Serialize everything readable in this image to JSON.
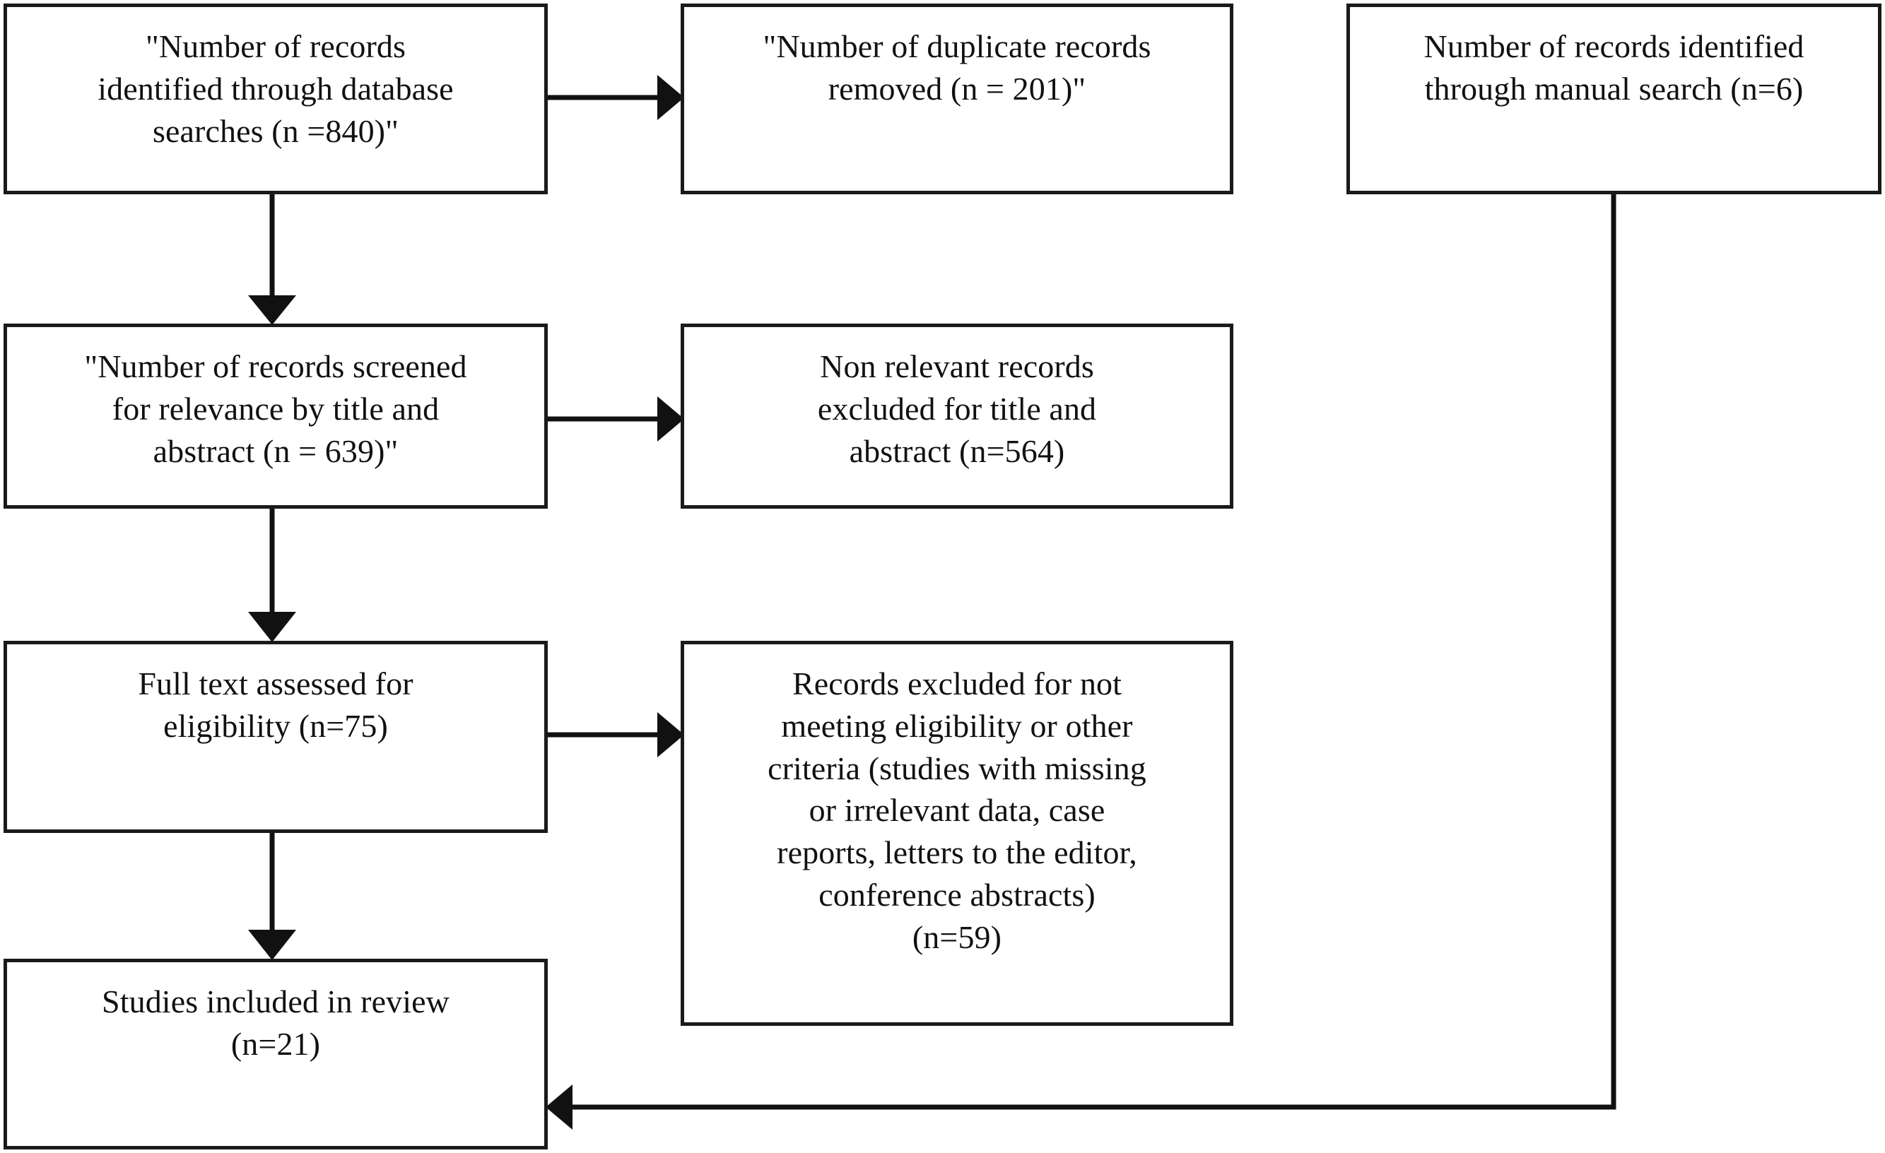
{
  "diagram": {
    "type": "prisma-flow-diagram",
    "title": "",
    "boxes": [
      {
        "id": "db-search",
        "name": "records-identified-database",
        "text": "\"Number of records\nidentified through database\nsearches (n =840)\"",
        "count_label": "n =840",
        "count": 840
      },
      {
        "id": "duplicates",
        "name": "duplicate-records-removed",
        "text": "\"Number of duplicate records\nremoved (n = 201)\"",
        "count_label": "n = 201",
        "count": 201
      },
      {
        "id": "manual-search",
        "name": "records-identified-manual",
        "text": "Number of records identified\nthrough manual search (n=6)",
        "count_label": "n=6",
        "count": 6
      },
      {
        "id": "screened",
        "name": "records-screened",
        "text": "\"Number of records screened\nfor relevance by title and\nabstract (n = 639)\"",
        "count_label": "n = 639",
        "count": 639
      },
      {
        "id": "nonrelevant",
        "name": "nonrelevant-records-excluded",
        "text": "Non relevant records\nexcluded for title and\nabstract (n=564)",
        "count_label": "n=564",
        "count": 564
      },
      {
        "id": "fulltext",
        "name": "fulltext-assessed",
        "text": "Full text assessed for\neligibility (n=75)",
        "count_label": "n=75",
        "count": 75
      },
      {
        "id": "excluded",
        "name": "records-excluded-eligibility",
        "text": "Records excluded for not\nmeeting eligibility or other\ncriteria (studies with missing\nor irrelevant data, case\nreports, letters to the editor,\nconference abstracts)\n(n=59)",
        "count_label": "n=59",
        "count": 59
      },
      {
        "id": "included",
        "name": "studies-included",
        "text": "Studies included in review\n(n=21)",
        "count_label": "n=21",
        "count": 21
      }
    ],
    "connectors": [
      {
        "name": "db-search-to-duplicates",
        "from": "db-search",
        "to": "duplicates",
        "direction": "right"
      },
      {
        "name": "db-search-to-screened",
        "from": "db-search",
        "to": "screened",
        "direction": "down"
      },
      {
        "name": "screened-to-nonrelevant",
        "from": "screened",
        "to": "nonrelevant",
        "direction": "right"
      },
      {
        "name": "screened-to-fulltext",
        "from": "screened",
        "to": "fulltext",
        "direction": "down"
      },
      {
        "name": "fulltext-to-excluded",
        "from": "fulltext",
        "to": "excluded",
        "direction": "right"
      },
      {
        "name": "fulltext-to-included",
        "from": "fulltext",
        "to": "included",
        "direction": "down"
      },
      {
        "name": "manual-search-to-included",
        "from": "manual-search",
        "to": "included",
        "direction": "down-left"
      }
    ],
    "colors": {
      "border": "#1a1a1a",
      "line": "#111111",
      "text": "#111111",
      "background": "#ffffff"
    }
  }
}
